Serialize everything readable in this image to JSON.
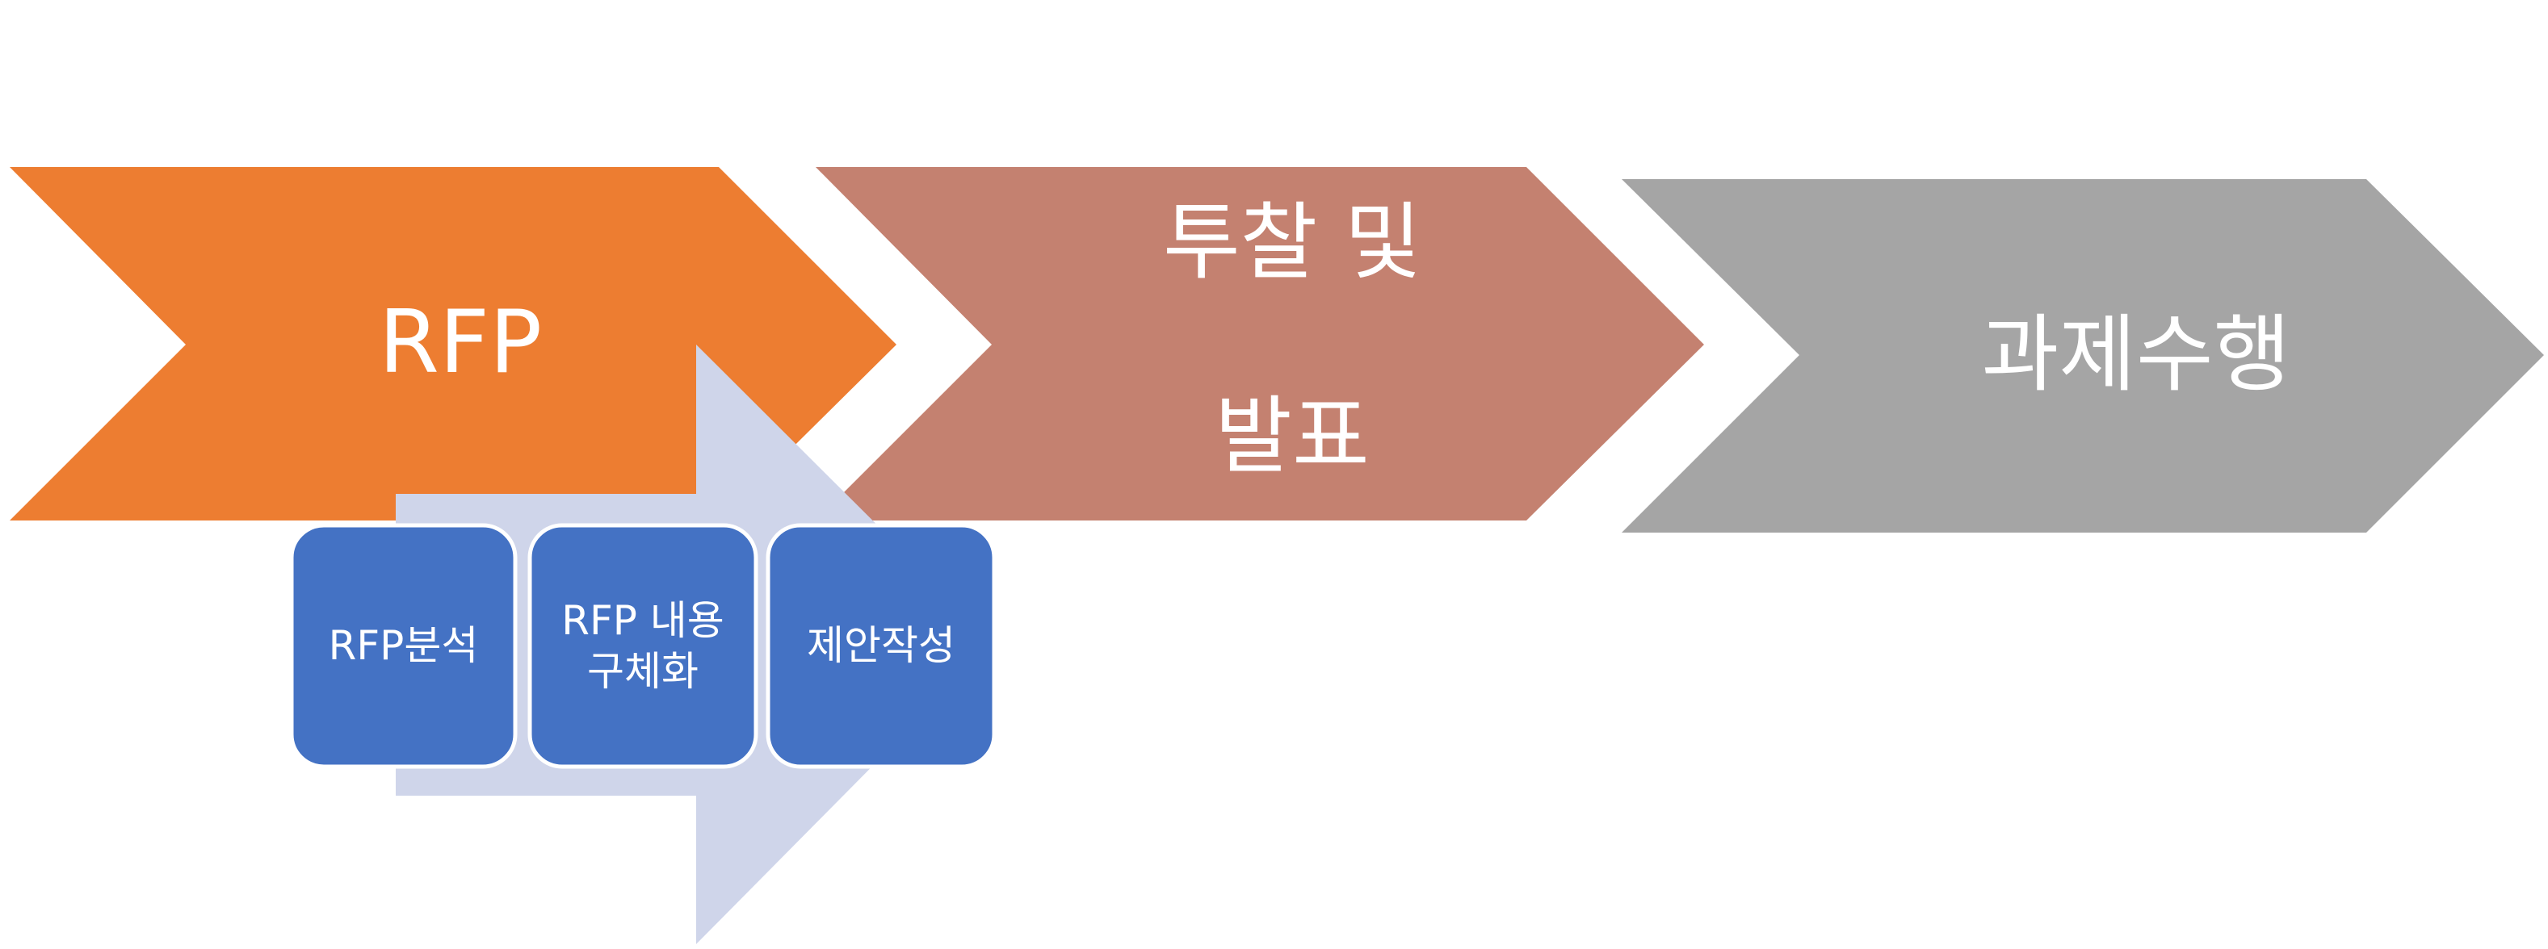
{
  "colors": {
    "stage_rfp": "#ED7D31",
    "stage_bid": "#C48170",
    "stage_execute": "#A5A5A5",
    "sub_arrow": "#CFD5EA",
    "sub_box": "#4472C4",
    "sub_box_border": "#FFFFFF",
    "text": "#FFFFFF"
  },
  "stages": [
    {
      "label": "RFP"
    },
    {
      "label": "투찰 및\n발표"
    },
    {
      "label": "과제수행"
    }
  ],
  "substeps": [
    {
      "label": "RFP분석"
    },
    {
      "label": "RFP 내용\n구체화"
    },
    {
      "label": "제안작성"
    }
  ]
}
